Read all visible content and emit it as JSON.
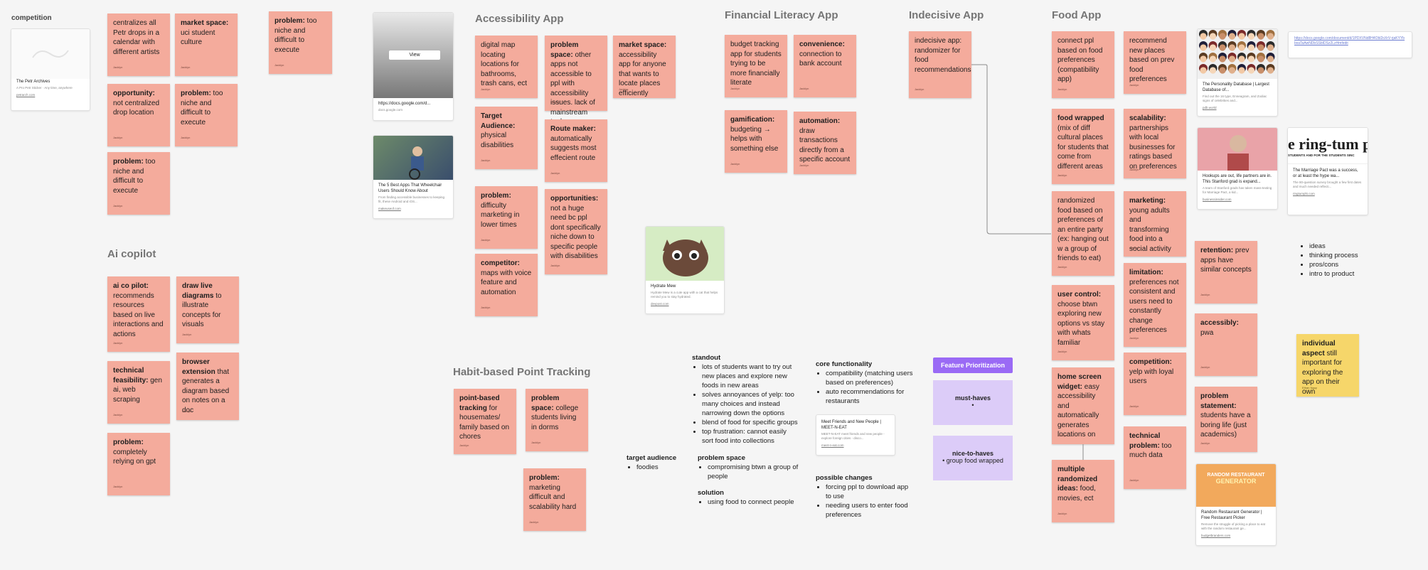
{
  "sections": {
    "competition": "competition",
    "ai_copilot": "Ai copilot",
    "accessibility": "Accessibility App",
    "financial": "Financial Literacy App",
    "indecisive": "Indecisive App",
    "food": "Food App",
    "habit": "Habit-based Point Tracking"
  },
  "competition_card": {
    "title": "The Petr Archives",
    "desc": "A Pro Petr Sticker · Any time, anywhere",
    "link": "petrarch.com"
  },
  "col1": {
    "s1": "centralizes all Petr drops in a calendar with different artists",
    "s2_bold": "opportunity:",
    "s2": " not centralized drop location",
    "s3_bold": "problem:",
    "s3": " too niche and difficult to execute"
  },
  "col2": {
    "s1_bold": "market space:",
    "s1": " uci student culture",
    "s2_bold": "problem:",
    "s2": " too niche and difficult to execute"
  },
  "col3": {
    "s1_bold": "problem:",
    "s1": " too niche and difficult to execute"
  },
  "ai": {
    "s1_bold": "ai co pilot:",
    "s1": " recommends resources based on live interactions and actions",
    "s2_bold": "technical feasibility:",
    "s2": " gen ai, web scraping",
    "s3_bold": "problem:",
    "s3": " completely relying on gpt",
    "s4_bold": "draw live diagrams",
    "s4": " to illustrate concepts for visuals",
    "s5_bold": "browser extension",
    "s5": " that generates a diagram based on notes on a doc"
  },
  "doc_card": {
    "button": "View",
    "url": "https://docs.google.com/d...",
    "domain": "docs.google.com"
  },
  "wheelchair_card": {
    "title": "The 5 Best Apps That Wheelchair Users Should Know About",
    "desc": "From finding accessible businesses to keeping fit, these Android and iOS...",
    "link": "makeuseof.com"
  },
  "access": {
    "c1_1": "digital map locating locations for bathrooms, trash cans, ect",
    "c1_2_bold": "Target Audience:",
    "c1_2": " physical disabilities",
    "c1_3_bold": "problem:",
    "c1_3": " difficulty marketing in lower times",
    "c1_4_bold": "competitor:",
    "c1_4": " maps with voice feature and automation",
    "c2_1_bold": "problem space:",
    "c2_1": " other apps not accessible to ppl with accessibility issues. lack of mainstream tools",
    "c2_2_bold": "Route maker:",
    "c2_2": " automatically suggests most effecient route",
    "c2_3_bold": "opportunities:",
    "c2_3": " not a huge need bc ppl dont specifically niche down to specific people with disabilities",
    "c3_1_bold": "market space:",
    "c3_1": " accessibility app for anyone that wants to locate places efficiently"
  },
  "hydrate_card": {
    "title": "Hydrate Mew",
    "desc": "Hydrate Mew is a cute app with a cat that helps remind you to stay hydrated.",
    "link": "devpost.com"
  },
  "financial": {
    "s1": "budget tracking app for students trying to be more financially literate",
    "s2_bold": "convenience:",
    "s2": " connection to bank account",
    "s3_bold": "gamification:",
    "s3": " budgeting → helps with something else",
    "s4_bold": "automation:",
    "s4": " draw transactions directly from a specific account"
  },
  "indecisive": {
    "s1": "indecisive app: randomizer for food recommendations"
  },
  "food": {
    "a1": "connect ppl based on food preferences (compatibility app)",
    "a2_bold": "food wrapped",
    "a2": " (mix of diff cultural places for students that come from different areas",
    "a3": "randomized food based on preferences of an entire party (ex: hanging out w a group of friends to eat)",
    "a4_bold": "user control:",
    "a4": " choose btwn exploring new options vs stay with whats familiar",
    "a5_bold": "home screen widget:",
    "a5": " easy accessibility and automatically generates locations on",
    "a6_bold": "multiple randomized ideas:",
    "a6": " food, movies, ect",
    "b1": "recommend new places based on prev food preferences",
    "b2_bold": "scalability:",
    "b2": " partnerships with local businesses for ratings based on preferences",
    "b3_bold": "marketing:",
    "b3": " young adults and transforming food into a social activity",
    "b4_bold": "limitation:",
    "b4": " preferences not consistent and users need to constantly change preferences",
    "b5_bold": "competition:",
    "b5": " yelp with loyal users",
    "b6_bold": "technical problem:",
    "b6": " too much data",
    "c1_bold": "retention:",
    "c1": " prev apps have similar concepts",
    "c2_bold": "accessibly:",
    "c2": " pwa",
    "c3_bold": "problem statement:",
    "c3": " students have a boring life (just academics)",
    "yellow_bold": "individual aspect",
    "yellow": " still important for exploring the app on their own",
    "yellow_author": "Ethan Nguy"
  },
  "personality_card": {
    "title": "The Personality Database | Largest Database of...",
    "desc": "Find out the 16 type, Enneagram, and Zodiac signs of celebrities and...",
    "link": "pdb.world"
  },
  "stanford_card": {
    "title": "Hookups are out, life partners are in. This Stanford grad is expand...",
    "desc": "A team of Stanford grads has taken mass-texting for Marriage Pact, a kid...",
    "link": "businessinsider.com"
  },
  "ringtum_card": {
    "headline": "e ring-tum p",
    "sub": "STUDENTS AND FOR THE STUDENTS SINC",
    "title": "The Marriage Pact was a success, or at least the hype wa...",
    "desc": "The 80-question survey brought a few first dates and much needed reflecti...",
    "link": "ringtumphi.com"
  },
  "doclink": {
    "text": "https://docs.google.com/document/d/1PDXVNd8H4Obl2oXrV-rjaKYYbbxaTaAwNDbSSbIDSz2LzHmfedit"
  },
  "random_card": {
    "banner1": "RANDOM RESTAURANT",
    "banner2": "GENERATOR",
    "title": "Random Restaurant Generator | Free Restaurant Picker",
    "desc": "Remove the struggle of picking a place to eat with the random restaurant ge...",
    "link": "budgetbranders.com"
  },
  "ideas_list": [
    "ideas",
    "thinking process",
    "pros/cons",
    "intro to product"
  ],
  "habit": {
    "s1_bold": "point-based tracking",
    "s1": " for housemates/ family based on chores",
    "s2_bold": "problem space:",
    "s2": " college students living in dorms",
    "s3_bold": "problem:",
    "s3": " marketing difficult and scalability hard"
  },
  "notes": {
    "target_h": "target audience",
    "target": [
      "foodies"
    ],
    "standout_h": "standout",
    "standout": [
      "lots of students want to try out new places and explore new foods in new areas",
      "solves annoyances of yelp: too many choices and instead narrowing down the options",
      "blend of food for specific groups",
      "top frustration: cannot easily sort food into collections"
    ],
    "problem_h": "problem space",
    "problem": [
      "compromising btwn a group of people"
    ],
    "solution_h": "solution",
    "solution": [
      "using food to connect people"
    ],
    "core_h": "core functionality",
    "core": [
      "compatibility (matching users based on preferences)",
      "auto recommendations for restaurants"
    ],
    "changes_h": "possible changes",
    "changes": [
      "forcing ppl to download app to use",
      "needing users to enter food preferences"
    ]
  },
  "meetup_card": {
    "title": "Meet Friends and New People | MEET-N-EAT",
    "desc": "MEET-N-EAT meet friends and new people - explore foreign cities - disco...",
    "link": "meet-n-eat.com"
  },
  "priority": {
    "button": "Feature Prioritization",
    "must": "must-haves",
    "must_bullet": "•",
    "nice": "nice-to-haves",
    "nice_item": "group food wrapped"
  },
  "author_tag": "Jacklyn"
}
